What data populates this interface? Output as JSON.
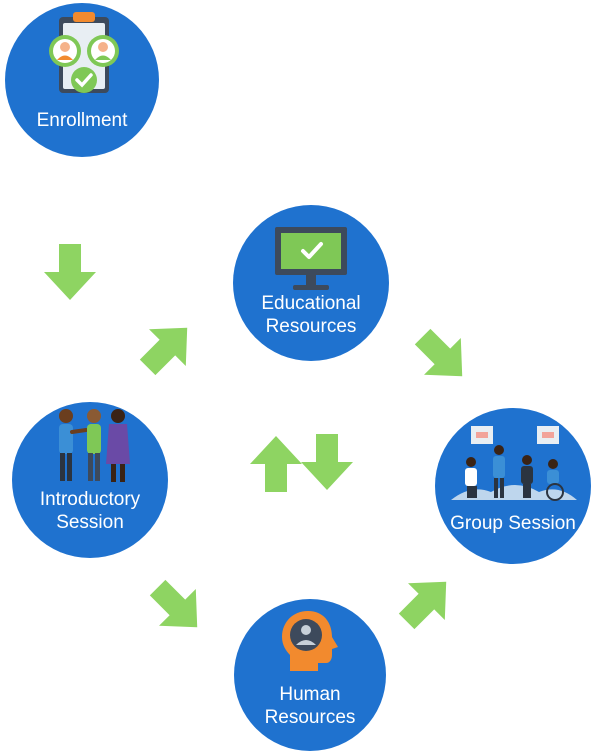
{
  "colors": {
    "node": "#1f72cf",
    "arrow": "#8ed462",
    "icon_orange": "#f28a2e",
    "icon_dark": "#3d4a5c"
  },
  "nodes": {
    "enrollment": {
      "label": "Enrollment",
      "icon": "clipboard-checkmark-icon"
    },
    "educational": {
      "label": "Educational\nResources",
      "icon": "monitor-checkmark-icon"
    },
    "introductory": {
      "label": "Introductory\nSession",
      "icon": "people-talking-icon"
    },
    "group": {
      "label": "Group Session",
      "icon": "group-meeting-icon"
    },
    "human": {
      "label": "Human\nResources",
      "icon": "head-person-icon"
    }
  },
  "edges": [
    {
      "from": "Enrollment",
      "to": "Introductory Session"
    },
    {
      "from": "Introductory Session",
      "to": "Educational Resources"
    },
    {
      "from": "Educational Resources",
      "to": "Group Session"
    },
    {
      "from": "Introductory Session",
      "to": "Human Resources"
    },
    {
      "from": "Human Resources",
      "to": "Group Session"
    },
    {
      "from": "Educational Resources",
      "to": "Human Resources",
      "bidirectional": true
    }
  ]
}
